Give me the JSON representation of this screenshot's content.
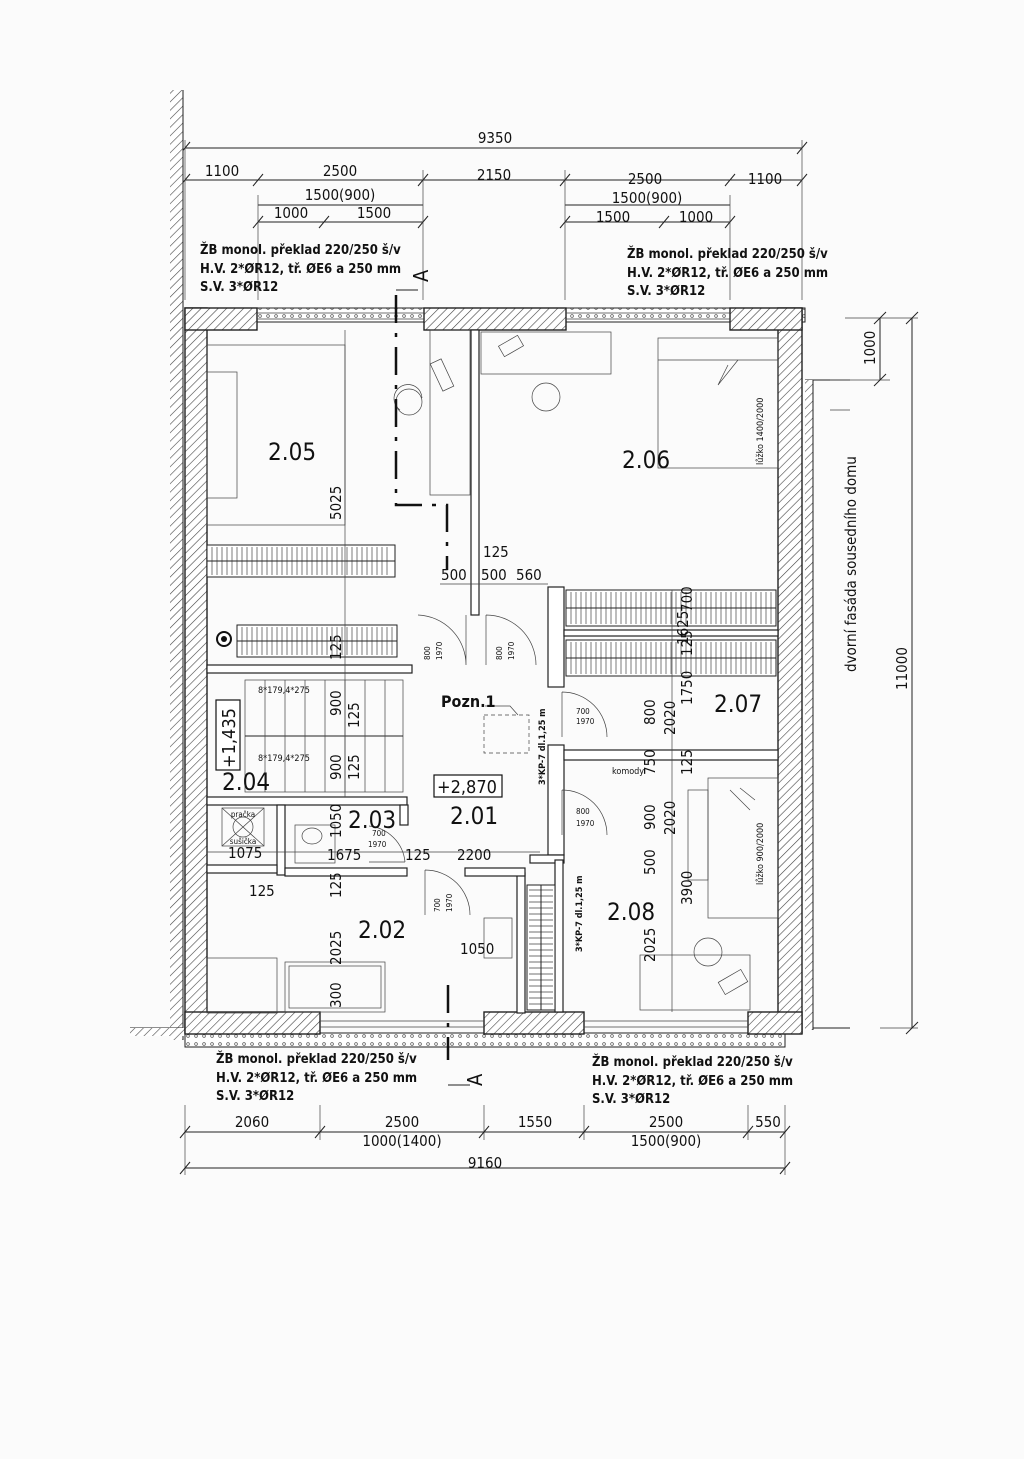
{
  "plan": {
    "top_dims": {
      "overall": "9350",
      "row1": [
        "1100",
        "2500",
        "2150",
        "2500",
        "1100"
      ],
      "row2_left": "1500(900)",
      "row2_right": "1500(900)",
      "row3_left": [
        "1000",
        "1500"
      ],
      "row3_right": [
        "1500",
        "1000"
      ]
    },
    "bottom_dims": {
      "row1": [
        "2060",
        "2500",
        "1550",
        "2500",
        "550"
      ],
      "row2_left": "1000(1400)",
      "row2_right": "1500(900)",
      "overall": "9160"
    },
    "right_dims": {
      "top": "1000",
      "overall": "11000",
      "facade_label": "dvorní fasáda sousedního domu"
    },
    "lintel_notes": {
      "top_left": [
        "ŽB monol. překlad 220/250 š/v",
        "H.V. 2*ØR12, tř. ØE6 a 250 mm",
        "S.V. 3*ØR12"
      ],
      "top_right": [
        "ŽB monol. překlad 220/250 š/v",
        "H.V. 2*ØR12, tř. ØE6 a 250 mm",
        "S.V. 3*ØR12"
      ],
      "bottom_left": [
        "ŽB monol. překlad 220/250 š/v",
        "H.V. 2*ØR12, tř. ØE6 a 250 mm",
        "S.V. 3*ØR12"
      ],
      "bottom_right": [
        "ŽB monol. překlad 220/250 š/v",
        "H.V. 2*ØR12, tř. ØE6 a 250 mm",
        "S.V. 3*ØR12"
      ]
    },
    "section_label": "A",
    "rooms": {
      "r205": "2.05",
      "r206": "2.06",
      "r207": "2.07",
      "r208": "2.08",
      "r201": "2.01",
      "r202": "2.02",
      "r203": "2.03",
      "r204": "2.04"
    },
    "level_main": "+2,870",
    "level_stair": "+1,435",
    "pozn": "Pozn.1",
    "stairs": {
      "upper": "8*179,4*275",
      "lower": "8*179,4*275"
    },
    "beams": {
      "left": "3*KP-7 dl.1,25 m",
      "right": "3*KP-7 dl.1,25 m"
    },
    "doors": {
      "d1": "800",
      "d1b": "1970",
      "d2": "800",
      "d2b": "1970",
      "d3": "700",
      "d3b": "1970",
      "d4": "800",
      "d4b": "1970",
      "d5": "700",
      "d5b": "1970",
      "d6": "700",
      "d6b": "1970"
    },
    "interior_dims": {
      "h5025": "5025",
      "h125a": "125",
      "w500a": "500",
      "w500b": "500",
      "w560": "560",
      "v125stair": "125",
      "v900a": "900",
      "v125b": "125",
      "v900b": "900",
      "v125c": "125",
      "v1050": "1050",
      "w1075": "1075",
      "w1675": "1675",
      "w125d": "125",
      "w2200": "2200",
      "w125e": "125",
      "v125f": "125",
      "v2025a": "2025",
      "v300": "300",
      "w1050b": "1050",
      "v1625": "1625",
      "v700": "700",
      "v125g": "125",
      "v1750": "1750",
      "v800": "800",
      "v2020a": "2020",
      "v750": "750",
      "v125h": "125",
      "v900c": "900",
      "v2020b": "2020",
      "v500": "500",
      "v3900": "3900",
      "v2025b": "2025"
    },
    "furniture": {
      "bed1": "lůžko 1400/2000",
      "bed2": "lůžko 900/2000",
      "dresser": "komody",
      "washer": "pračka",
      "dryer": "sušička"
    }
  }
}
